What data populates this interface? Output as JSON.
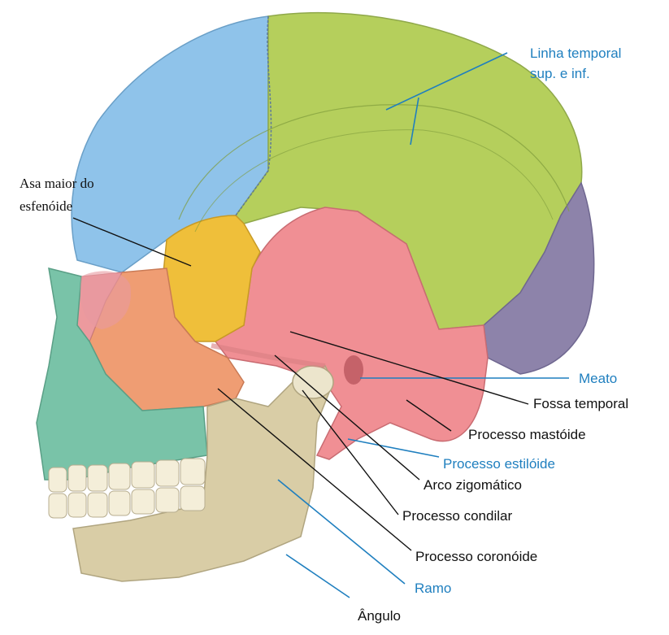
{
  "labels": {
    "linha_temporal_1": "Linha temporal",
    "linha_temporal_2": "sup. e inf.",
    "asa_maior_1": "Asa maior do",
    "asa_maior_2": "esfenóide",
    "meato": "Meato",
    "fossa_temporal": "Fossa temporal",
    "processo_mastoide": "Processo mastóide",
    "processo_estiloide": "Processo estilóide",
    "arco_zigomatico": "Arco zigomático",
    "processo_condilar": "Processo condilar",
    "processo_coronoide": "Processo coronóide",
    "ramo": "Ramo",
    "angulo": "Ângulo"
  },
  "colors": {
    "frontal": "#8fc3ea",
    "parietal": "#b5cf5c",
    "occipital": "#8d83aa",
    "temporal": "#f08f94",
    "sphenoid": "#efbf3a",
    "zygomatic": "#ef9d73",
    "maxilla": "#79c3a8",
    "mandible": "#d9cda6",
    "teeth": "#f4eed9",
    "label_blue": "#1f7fbf",
    "label_black": "#111111"
  }
}
